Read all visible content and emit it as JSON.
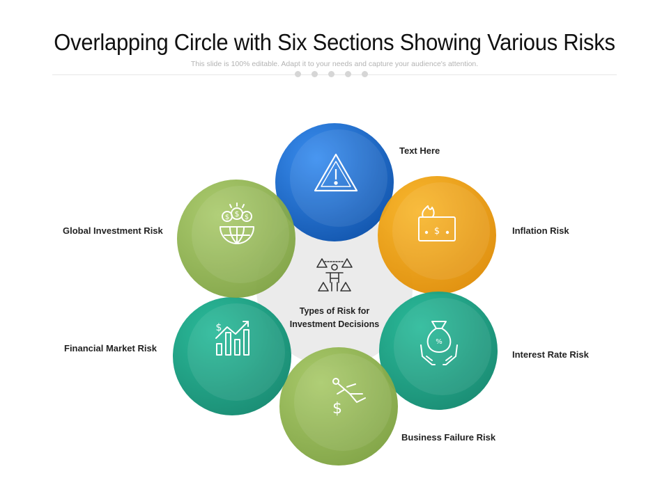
{
  "title": "Overlapping Circle with Six Sections Showing Various Risks",
  "subtitle": "This slide is 100% editable. Adapt it to your needs and capture your audience's attention.",
  "center": {
    "line1": "Types of Risk for",
    "line2": "Investment Decisions",
    "icon": "person-balancing-warnings-icon"
  },
  "sections": [
    {
      "label": "Text Here",
      "icon": "warning-icon",
      "color": "#1f6fce"
    },
    {
      "label": "Inflation Risk",
      "icon": "burning-money-icon",
      "color": "#f0a30f"
    },
    {
      "label": "Interest Rate Risk",
      "icon": "money-bag-hands-icon",
      "color": "#1a9e82"
    },
    {
      "label": "Business Failure Risk",
      "icon": "falling-person-dollar-icon",
      "color": "#8fb44f"
    },
    {
      "label": "Financial Market Risk",
      "icon": "bar-chart-dollar-icon",
      "color": "#1a9e82"
    },
    {
      "label": "Global Investment Risk",
      "icon": "globe-coins-icon",
      "color": "#8fb44f"
    }
  ],
  "colors": {
    "blue": "#1f6fce",
    "orange": "#f0a30f",
    "teal": "#1a9e82",
    "green": "#8fb44f",
    "center_fill": "#ebebeb"
  }
}
